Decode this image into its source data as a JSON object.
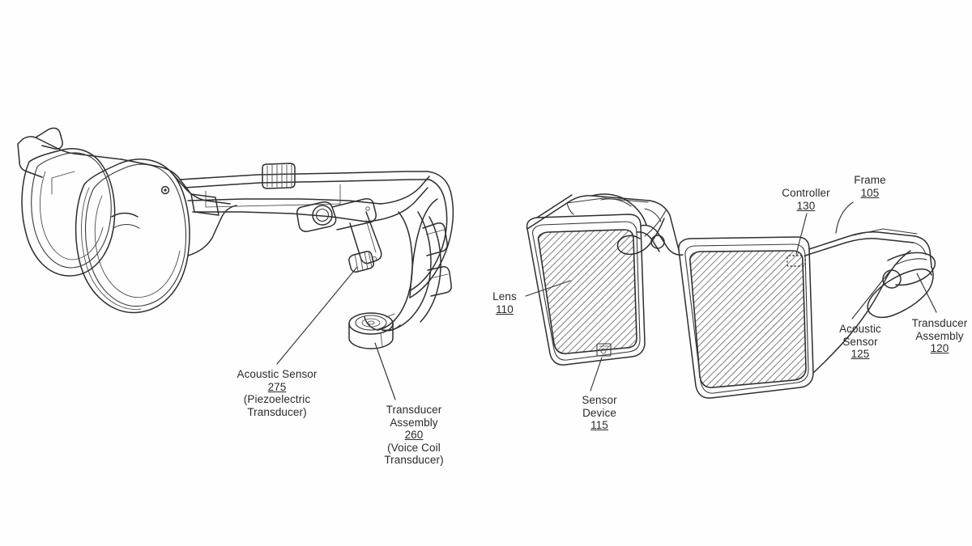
{
  "figure": {
    "kind": "patent-line-drawing",
    "title": "Eyewear acoustic device patent figure",
    "background_color": "#fefefe",
    "ink_color": "#2e2e2e",
    "text_color": "#2a2a2a"
  },
  "panels": [
    {
      "id": "left-panel",
      "name": "side-view-eyewear",
      "description": "Perspective side view of eyeglasses with earpiece hook, voice coil transducer and piezoelectric acoustic sensor"
    },
    {
      "id": "right-panel",
      "name": "front-view-eyewear",
      "description": "Three-quarter front view of eyeglasses with hatched lenses, frame, controller, sensor device, acoustic sensor and transducer assembly"
    }
  ],
  "callouts": {
    "acoustic_sensor_275": {
      "line1": "Acoustic Sensor",
      "refnum": "275",
      "line3": "(Piezoelectric",
      "line4": "Transducer)"
    },
    "transducer_assembly_260": {
      "line1": "Transducer",
      "line2": "Assembly",
      "refnum": "260",
      "line4": "(Voice Coil",
      "line5": "Transducer)"
    },
    "lens_110": {
      "line1": "Lens",
      "refnum": "110"
    },
    "sensor_device_115": {
      "line1": "Sensor",
      "line2": "Device",
      "refnum": "115"
    },
    "controller_130": {
      "line1": "Controller",
      "refnum": "130"
    },
    "frame_105": {
      "line1": "Frame",
      "refnum": "105"
    },
    "acoustic_sensor_125": {
      "line1": "Acoustic",
      "line2": "Sensor",
      "refnum": "125"
    },
    "transducer_assembly_120": {
      "line1": "Transducer",
      "line2": "Assembly",
      "refnum": "120"
    }
  }
}
